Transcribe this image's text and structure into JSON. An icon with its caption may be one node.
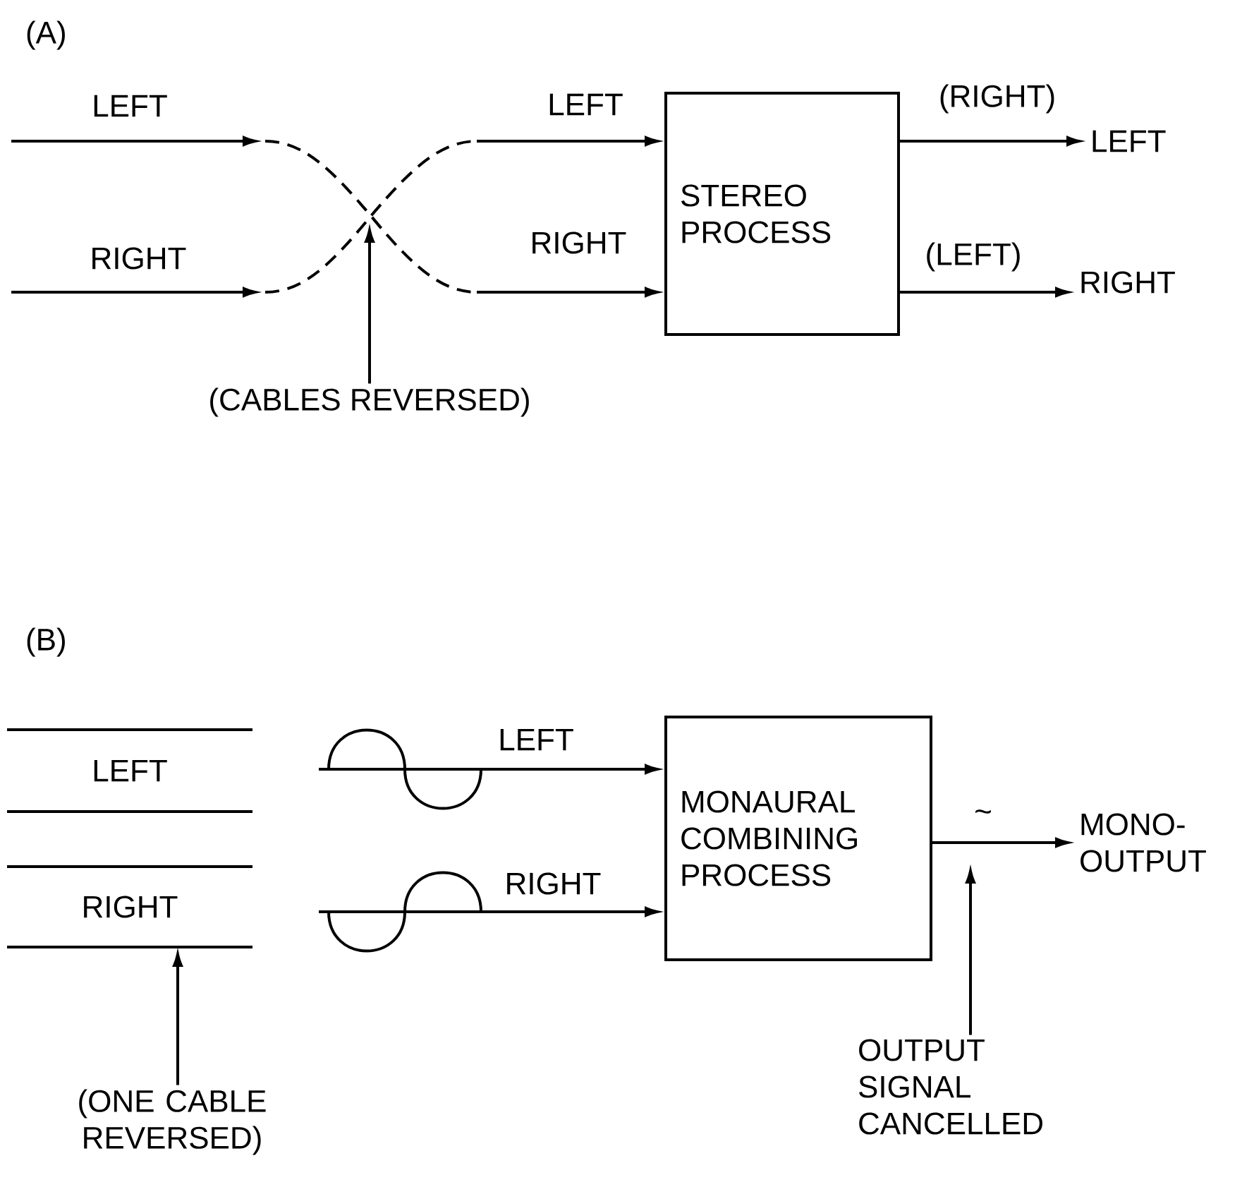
{
  "diagram": {
    "nodes": [
      {
        "text": [
          "STEREO PROCESS"
        ]
      },
      {
        "text": [
          "LEFT"
        ]
      },
      {
        "text": [
          "RIGHT"
        ]
      },
      {
        "text": [
          "(CABLES REVERSED)"
        ]
      },
      {
        "text": [
          "LEFT"
        ]
      },
      {
        "text": [
          "RIGHT"
        ]
      },
      {
        "text": [
          "MONAURAL COMBINING PROCESS"
        ]
      },
      {
        "text": [
          "MONO- OUTPUT"
        ]
      },
      {
        "text": [
          "(ONE CABLE REVERSED)"
        ]
      },
      {
        "text": [
          "OUTPUT SIGNAL CANCELLED"
        ]
      },
      {
        "text": [],
        "shape": "picture"
      },
      {
        "text": [],
        "shape": "picture"
      }
    ],
    "edges": [
      {
        "from": null,
        "to": 0,
        "arrow": "to",
        "label": "LEFT"
      },
      {
        "from": null,
        "to": 0,
        "arrow": "to",
        "label": "RIGHT"
      },
      {
        "from": 0,
        "to": 1,
        "arrow": "to",
        "label": "(RIGHT)"
      },
      {
        "from": 0,
        "to": 2,
        "arrow": "to",
        "label": "(LEFT)"
      },
      {
        "from": 3,
        "to": null,
        "arrow": "to"
      },
      {
        "from": 10,
        "to": 6,
        "arrow": "to",
        "label": "LEFT"
      },
      {
        "from": 11,
        "to": 6,
        "arrow": "to",
        "label": "RIGHT"
      },
      {
        "from": 6,
        "to": 7,
        "arrow": "to",
        "label": "~"
      },
      {
        "from": 8,
        "to": 5,
        "arrow": "to"
      },
      {
        "from": 9,
        "to": null,
        "arrow": "to"
      }
    ],
    "labels": [
      "(A)",
      "LEFT",
      "RIGHT",
      "(B)"
    ]
  }
}
